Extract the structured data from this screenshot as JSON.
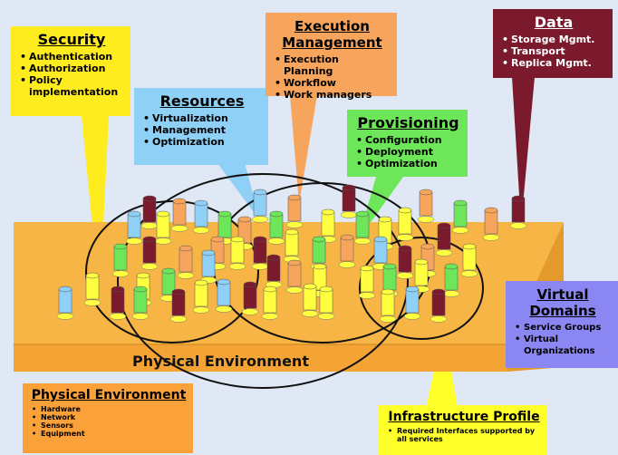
{
  "colors": {
    "platform": "#f6b545",
    "platform_dark": "#e49a2a",
    "maroon": "#7a1a2c",
    "blue": "#8fd0f7",
    "orange": "#f7a55c",
    "green": "#6ee65a",
    "yellow": "#ffff40",
    "purple": "#8b87f2"
  },
  "security": {
    "title": "Security",
    "items": [
      "Authentication",
      "Authorization",
      "Policy implementation"
    ]
  },
  "resources": {
    "title": "Resources",
    "items": [
      "Virtualization",
      "Management",
      "Optimization"
    ]
  },
  "execution": {
    "title": "Execution Management",
    "items": [
      "Execution Planning",
      "Workflow",
      "Work managers"
    ]
  },
  "provisioning": {
    "title": "Provisioning",
    "items": [
      "Configuration",
      "Deployment",
      "Optimization"
    ]
  },
  "data": {
    "title": "Data",
    "items": [
      "Storage Mgmt.",
      "Transport",
      "Replica Mgmt."
    ]
  },
  "virtual_domains": {
    "title": "Virtual Domains",
    "items": [
      "Service Groups",
      "Virtual Organizations"
    ]
  },
  "platform": {
    "label": "Physical Environment"
  },
  "physical_environment": {
    "title": "Physical Environment",
    "items": [
      "Hardware",
      "Network",
      "Sensors",
      "Equipment"
    ]
  },
  "infrastructure_profile": {
    "title": "Infrastructure Profile",
    "items": [
      "Required Interfaces supported by all services"
    ]
  }
}
